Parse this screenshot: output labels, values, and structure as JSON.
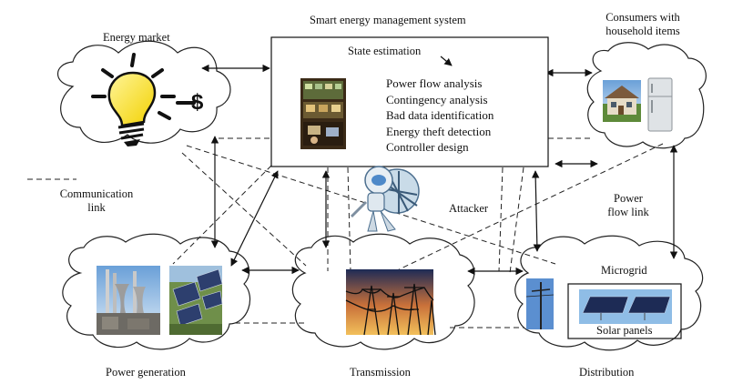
{
  "labels": {
    "energy_market": "Energy market",
    "smart_system": "Smart energy management system",
    "state_estimation": "State estimation",
    "consumers": [
      "Consumers with",
      "household items"
    ],
    "communication": [
      "Communication",
      "link"
    ],
    "attacker": "Attacker",
    "power_flow": [
      "Power",
      "flow link"
    ],
    "microgrid": "Microgrid",
    "solar_panels": "Solar panels",
    "power_generation": "Power generation",
    "transmission": "Transmission",
    "distribution": "Distribution",
    "dollar": "$"
  },
  "tasks": [
    "Power flow analysis",
    "Contingency analysis",
    "Bad data identification",
    "Energy theft detection",
    "Controller design"
  ]
}
